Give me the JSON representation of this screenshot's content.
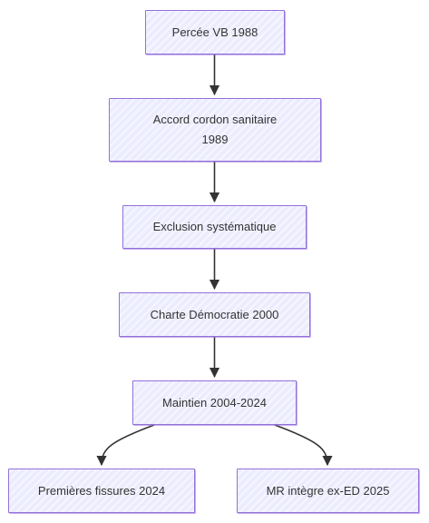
{
  "diagram": {
    "type": "flowchart",
    "colors": {
      "node_fill": "#ececff",
      "node_border": "#9370db",
      "edge": "#333333",
      "text": "#333333"
    },
    "nodes": [
      {
        "id": "n1",
        "label": "Percée VB 1988"
      },
      {
        "id": "n2",
        "label": "Accord cordon sanitaire\n1989"
      },
      {
        "id": "n3",
        "label": "Exclusion systématique"
      },
      {
        "id": "n4",
        "label": "Charte Démocratie 2000"
      },
      {
        "id": "n5",
        "label": "Maintien 2004-2024"
      },
      {
        "id": "n6",
        "label": "Premières fissures 2024"
      },
      {
        "id": "n7",
        "label": "MR intègre ex-ED 2025"
      }
    ],
    "edges": [
      {
        "from": "n1",
        "to": "n2"
      },
      {
        "from": "n2",
        "to": "n3"
      },
      {
        "from": "n3",
        "to": "n4"
      },
      {
        "from": "n4",
        "to": "n5"
      },
      {
        "from": "n5",
        "to": "n6"
      },
      {
        "from": "n5",
        "to": "n7"
      }
    ]
  }
}
